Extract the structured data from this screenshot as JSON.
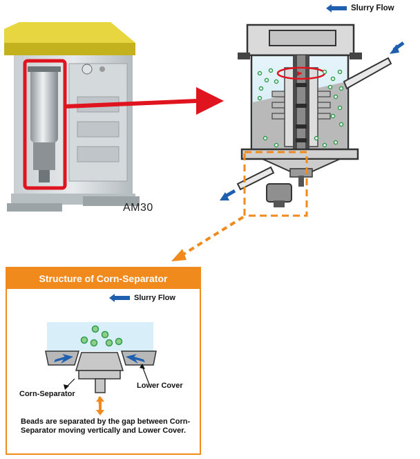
{
  "legend_top": {
    "label": "Slurry Flow"
  },
  "machine": {
    "model": "AM30"
  },
  "panel": {
    "title": "Structure of Corn-Separator",
    "legend_label": "Slurry Flow",
    "label_corn_separator": "Corn-Separator",
    "label_lower_cover": "Lower Cover",
    "note": "Beads are separated by the gap between Corn-Separator moving vertically and Lower Cover."
  },
  "colors": {
    "accent_orange": "#f08a1c",
    "arrow_red": "#e0141e",
    "flow_blue": "#1f5fb0",
    "bead_green": "#2e9a4a"
  }
}
